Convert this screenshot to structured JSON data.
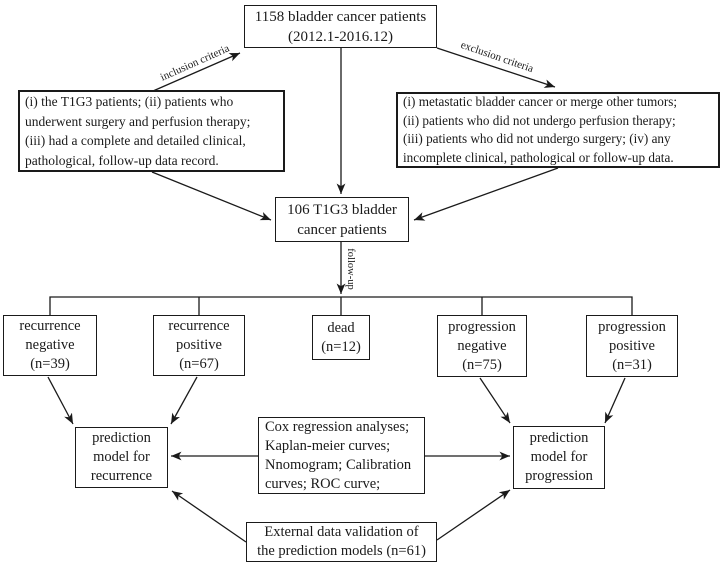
{
  "diagram": {
    "title": "T1G3 bladder cancer patient selection and modelling flowchart",
    "colors": {
      "background": "#ffffff",
      "line": "#1a1a1a",
      "box_border": "#1a1a1a",
      "text": "#1a1a1a"
    },
    "nodes": {
      "total_patients": {
        "text": "1158 bladder cancer patients\n(2012.1-2016.12)"
      },
      "inclusion_criteria": {
        "text": "(i) the T1G3 patients; (ii) patients who\nunderwent surgery and perfusion therapy;\n(iii) had a complete and detailed clinical,\npathological, follow-up data record."
      },
      "exclusion_criteria": {
        "text": "(i) metastatic bladder cancer or merge other tumors;\n(ii) patients who did not undergo perfusion therapy;\n(iii) patients who did not undergo surgery; (iv) any\nincomplete clinical, pathological or follow-up data."
      },
      "t1g3_patients": {
        "text": "106 T1G3 bladder\ncancer patients"
      },
      "recurrence_negative": {
        "text": "recurrence\nnegative\n(n=39)"
      },
      "recurrence_positive": {
        "text": "recurrence\npositive\n(n=67)"
      },
      "dead": {
        "text": "dead\n(n=12)"
      },
      "progression_negative": {
        "text": "progression\nnegative\n(n=75)"
      },
      "progression_positive": {
        "text": "progression\npositive\n(n=31)"
      },
      "prediction_recurrence": {
        "text": "prediction\nmodel for\nrecurrence"
      },
      "methods": {
        "text": "Cox regression analyses;\nKaplan-meier curves;\nNnomogram; Calibration\ncurves; ROC curve;"
      },
      "prediction_progression": {
        "text": "prediction\nmodel for\nprogression"
      },
      "external_validation": {
        "text": "External data validation of\nthe prediction models (n=61)"
      }
    },
    "edge_labels": {
      "inclusion": "inclusion criteria",
      "exclusion": "exclusion criteria",
      "follow_up": "follow-up"
    }
  }
}
